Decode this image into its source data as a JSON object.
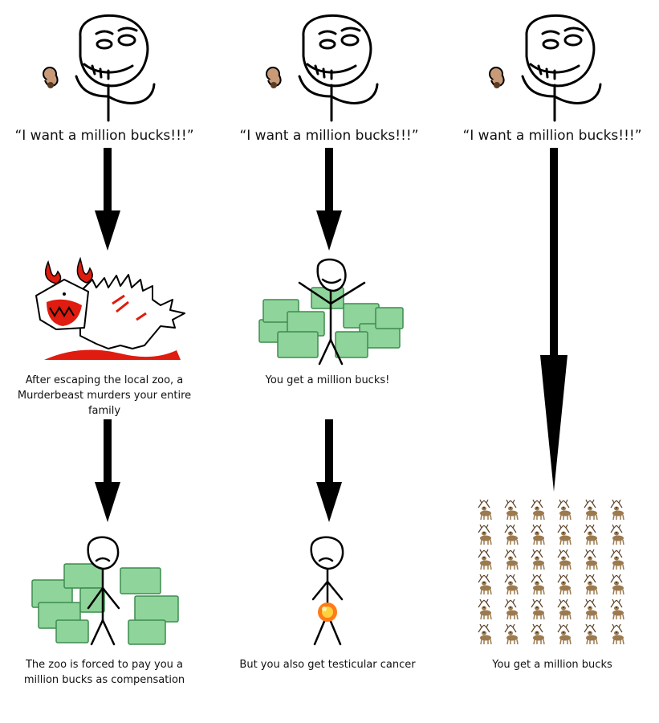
{
  "columns": [
    {
      "id": "left",
      "quote": "“I want a million bucks!!!”",
      "step1_caption": "After escaping the local zoo, a Murderbeast murders your entire family",
      "step2_caption": "The zoo is forced to pay you a million bucks as compensation"
    },
    {
      "id": "middle",
      "quote": "“I want a million bucks!!!”",
      "step1_caption": "You get a million bucks!",
      "step2_caption": "But you also get testicular cancer"
    },
    {
      "id": "right",
      "quote": "“I want a million bucks!!!”",
      "step1_caption": "You get a million bucks"
    }
  ],
  "colors": {
    "arrow": "#000000",
    "money": "#8fd49a",
    "money_dark": "#3d8c4f",
    "blood": "#e01b0f",
    "deer": "#9c7a4f"
  },
  "icons": {
    "wisher": "troll-face-stick-figure-icon",
    "beast": "murderbeast-icon",
    "money": "money-pile-icon",
    "sad": "sad-face-stick-figure-icon",
    "explosion": "explosion-icon",
    "deer": "deer-icon"
  }
}
